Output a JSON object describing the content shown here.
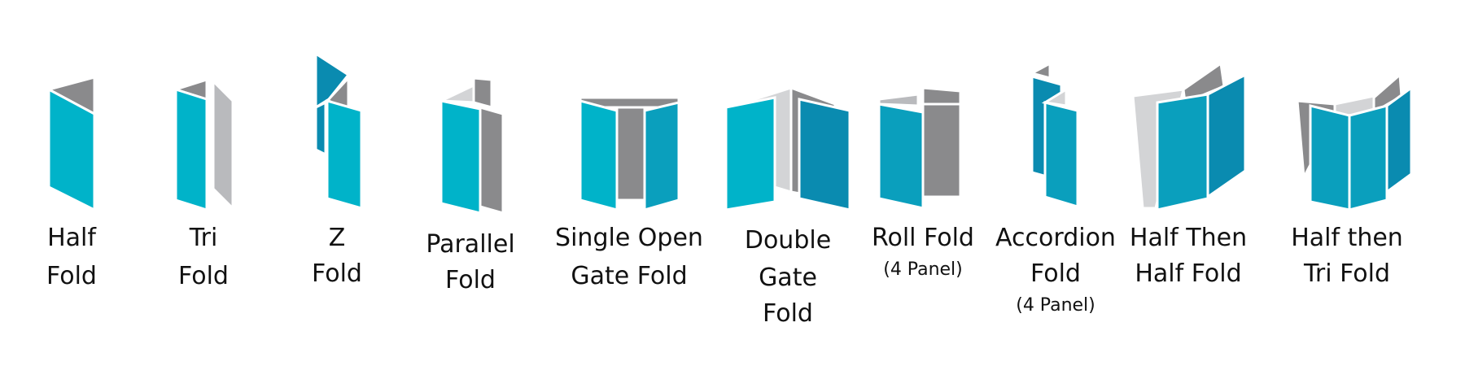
{
  "colors": {
    "teal": "#00b3c9",
    "teal_alt": "#0a9fbd",
    "blue": "#0a8bb0",
    "gray": "#8a8a8c",
    "silver": "#b9babd",
    "light": "#d3d4d6"
  },
  "items": [
    {
      "lines": [
        "Half",
        "Fold"
      ],
      "sub": ""
    },
    {
      "lines": [
        "Tri",
        "Fold"
      ],
      "sub": ""
    },
    {
      "lines": [
        "Z",
        "Fold"
      ],
      "sub": ""
    },
    {
      "lines": [
        "Parallel",
        "Fold"
      ],
      "sub": ""
    },
    {
      "lines": [
        "Single Open",
        "Gate Fold"
      ],
      "sub": ""
    },
    {
      "lines": [
        "Double",
        "Gate",
        "Fold"
      ],
      "sub": ""
    },
    {
      "lines": [
        "Roll Fold"
      ],
      "sub": "(4 Panel)"
    },
    {
      "lines": [
        "Accordion",
        "Fold"
      ],
      "sub": "(4 Panel)"
    },
    {
      "lines": [
        "Half Then",
        "Half Fold"
      ],
      "sub": ""
    },
    {
      "lines": [
        "Half then",
        "Tri Fold"
      ],
      "sub": ""
    }
  ]
}
